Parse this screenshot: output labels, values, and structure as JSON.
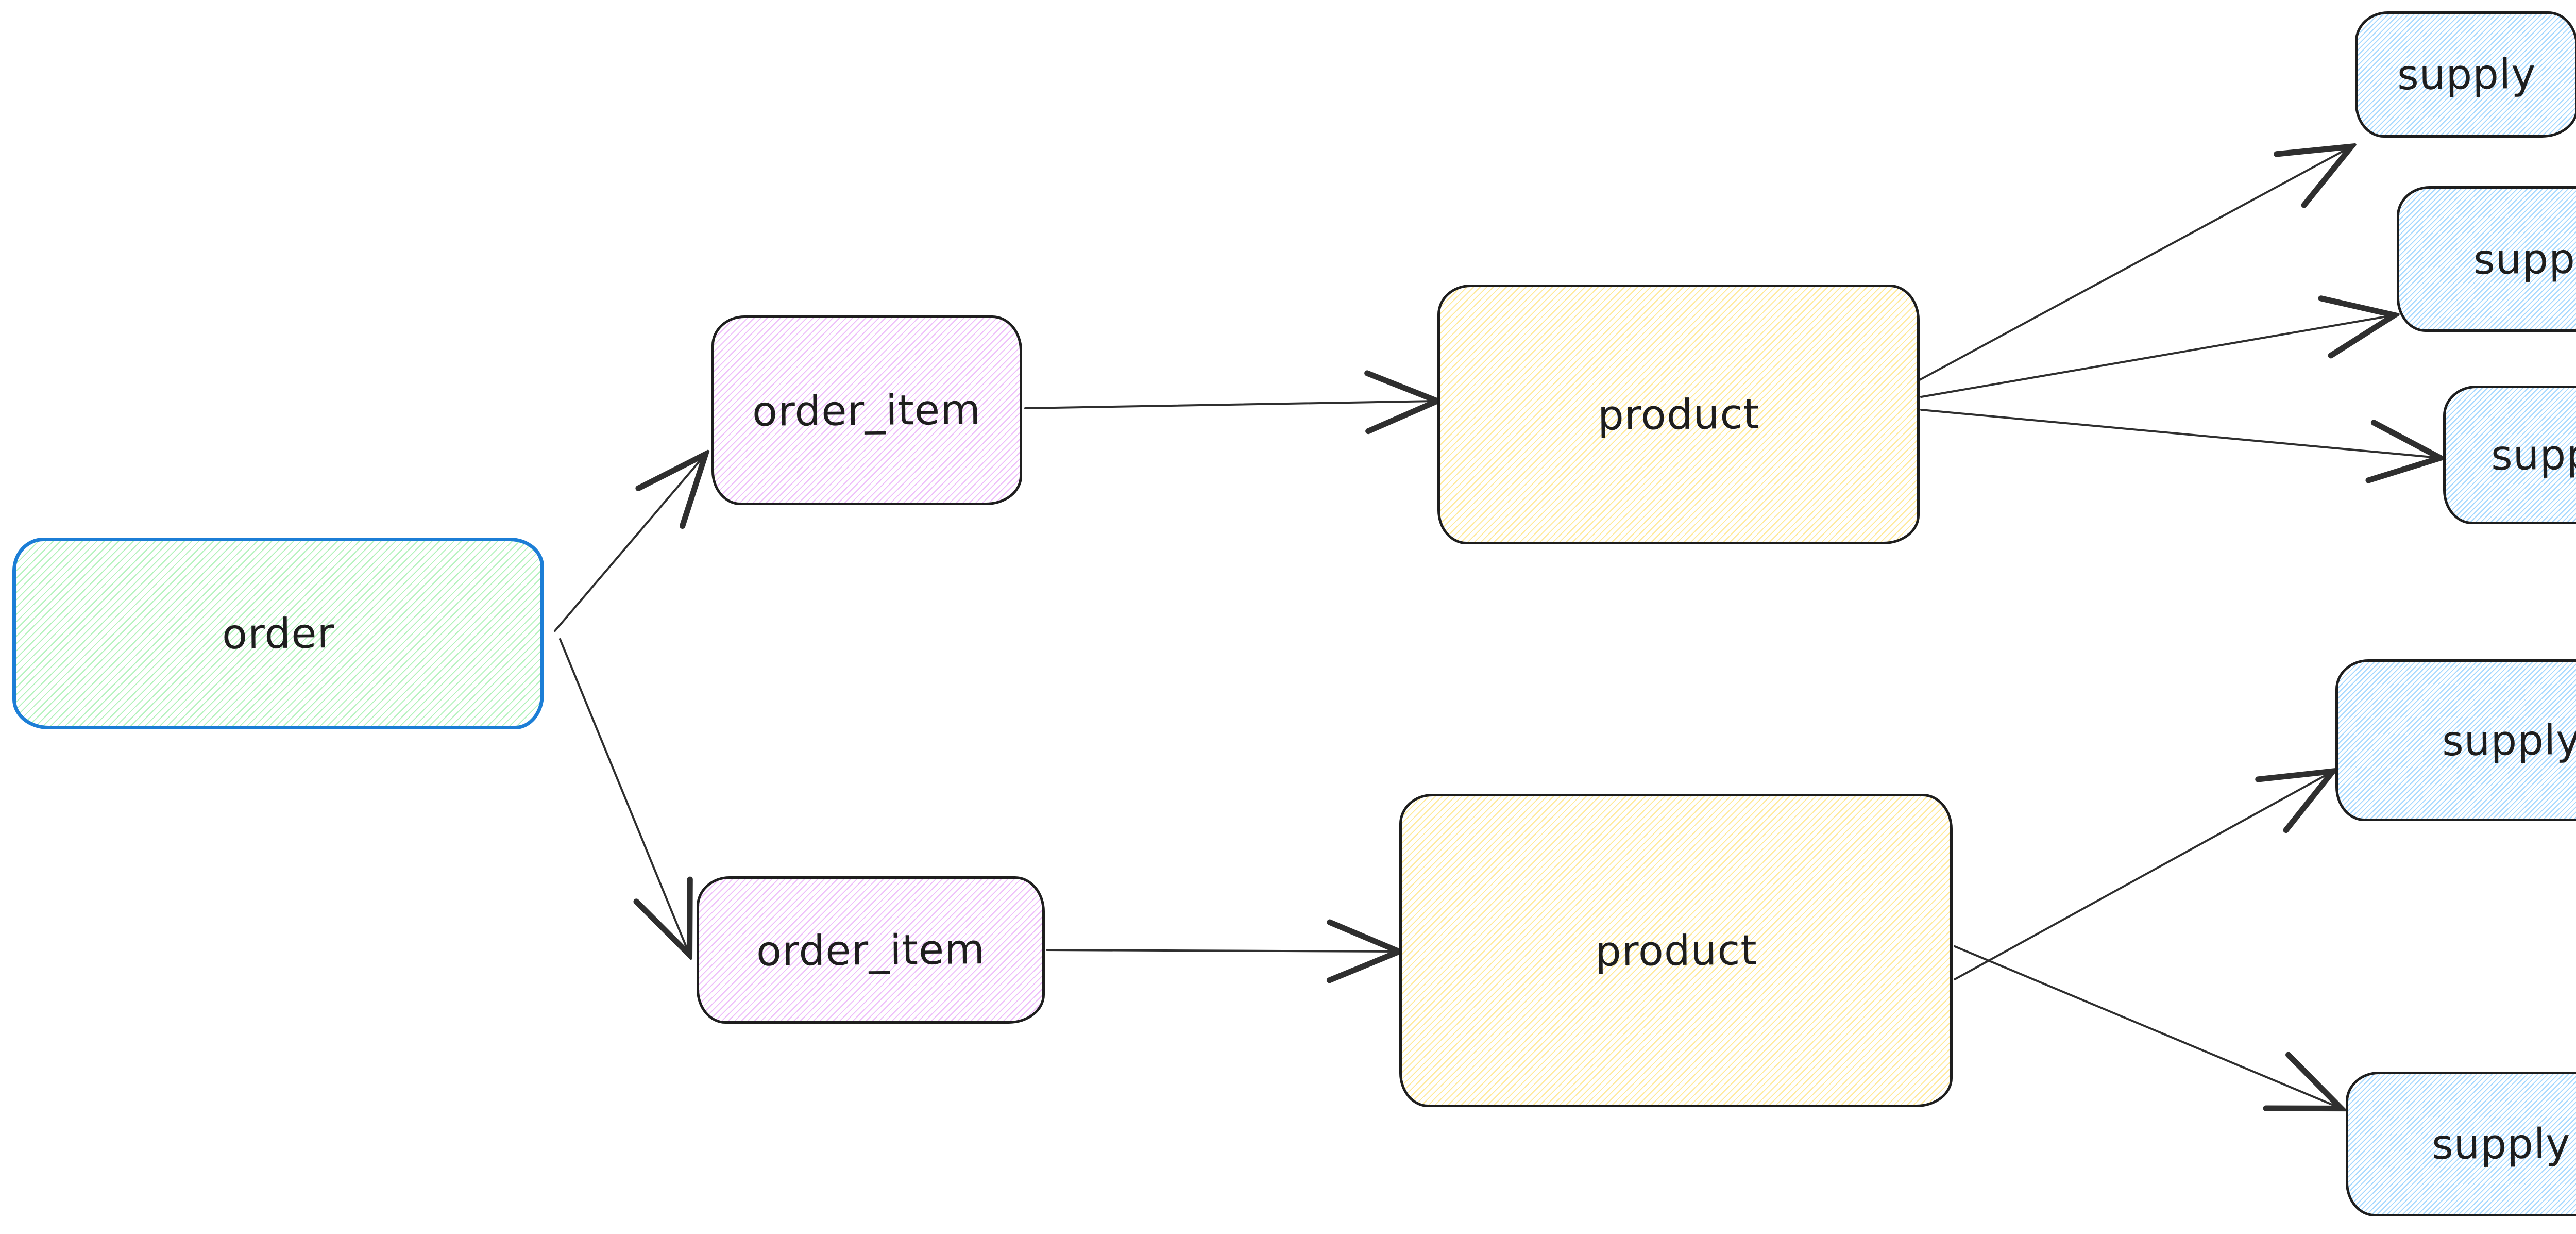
{
  "diagram": {
    "background_color": "#ffffff",
    "text_color": "#1e1e1e",
    "nodes": [
      {
        "id": "order",
        "label": "order",
        "fill_color": "#b2f2bb",
        "stroke_color": "#1c7ed6",
        "fill_style": "hachure"
      },
      {
        "id": "order_item_1",
        "label": "order_item",
        "fill_color": "#eebefa",
        "stroke_color": "#1e1e1e",
        "fill_style": "hachure"
      },
      {
        "id": "order_item_2",
        "label": "order_item",
        "fill_color": "#eebefa",
        "stroke_color": "#1e1e1e",
        "fill_style": "hachure"
      },
      {
        "id": "product_1",
        "label": "product",
        "fill_color": "#ffe999",
        "stroke_color": "#1e1e1e",
        "fill_style": "hachure"
      },
      {
        "id": "product_2",
        "label": "product",
        "fill_color": "#ffe999",
        "stroke_color": "#1e1e1e",
        "fill_style": "hachure"
      },
      {
        "id": "supply_1",
        "label": "supply",
        "fill_color": "#a5d8ff",
        "stroke_color": "#1e1e1e",
        "fill_style": "hachure"
      },
      {
        "id": "supply_2",
        "label": "supply",
        "fill_color": "#a5d8ff",
        "stroke_color": "#1e1e1e",
        "fill_style": "hachure"
      },
      {
        "id": "supply_3",
        "label": "supply",
        "fill_color": "#a5d8ff",
        "stroke_color": "#1e1e1e",
        "fill_style": "hachure"
      },
      {
        "id": "supply_4",
        "label": "supply",
        "fill_color": "#a5d8ff",
        "stroke_color": "#1e1e1e",
        "fill_style": "hachure"
      },
      {
        "id": "supply_5",
        "label": "supply",
        "fill_color": "#a5d8ff",
        "stroke_color": "#1e1e1e",
        "fill_style": "hachure"
      }
    ],
    "edges": [
      {
        "from": "order",
        "to": "order_item_1"
      },
      {
        "from": "order",
        "to": "order_item_2"
      },
      {
        "from": "order_item_1",
        "to": "product_1"
      },
      {
        "from": "order_item_2",
        "to": "product_2"
      },
      {
        "from": "product_1",
        "to": "supply_1"
      },
      {
        "from": "product_1",
        "to": "supply_2"
      },
      {
        "from": "product_1",
        "to": "supply_3"
      },
      {
        "from": "product_2",
        "to": "supply_4"
      },
      {
        "from": "product_2",
        "to": "supply_5"
      }
    ],
    "edge_color": "#2f2f2f"
  }
}
